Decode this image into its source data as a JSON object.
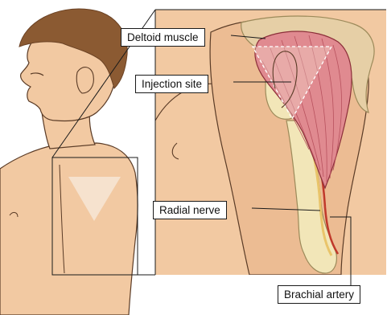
{
  "labels": {
    "deltoid_muscle": "Deltoid muscle",
    "injection_site": "Injection site",
    "radial_nerve": "Radial nerve",
    "brachial_artery": "Brachial artery"
  },
  "colors": {
    "skin": "#f2c9a2",
    "skin_shadow": "#e2b28a",
    "skin_outline": "#5a3b26",
    "hair": "#8b5a32",
    "hair_dark": "#6b4224",
    "muscle": "#e08a90",
    "muscle_outline": "#8c2f3a",
    "bone": "#f2e6b8",
    "bone_outline": "#9c8a5a",
    "shoulder_bone": "#e6cfa6",
    "nerve": "#e9c46a",
    "artery": "#c0392b",
    "injection_triangle": "#f7e6d6"
  }
}
